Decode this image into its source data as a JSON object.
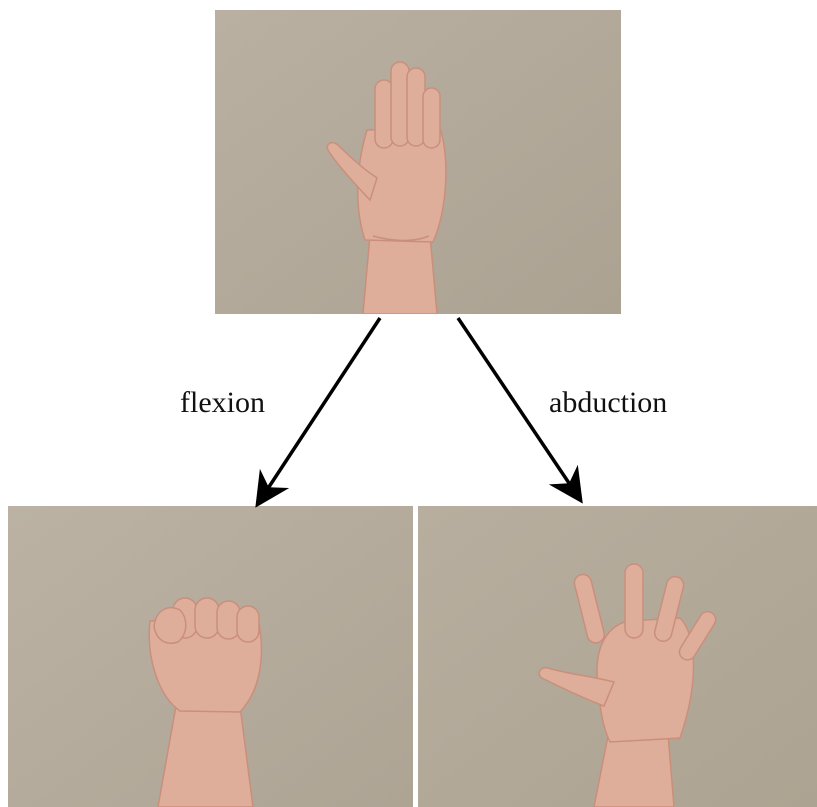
{
  "labels": {
    "left": "flexion",
    "right": "abduction"
  },
  "colors": {
    "background": "#ffffff",
    "wall": "#b5ab9d",
    "skin": "#dfae9a",
    "skin_shadow": "#c98f7c",
    "arrow": "#000000"
  },
  "images": [
    {
      "role": "start-pose",
      "depicts": "open hand, fingers together"
    },
    {
      "role": "flexion-result",
      "depicts": "closed fist"
    },
    {
      "role": "abduction-result",
      "depicts": "open hand, fingers spread"
    }
  ]
}
